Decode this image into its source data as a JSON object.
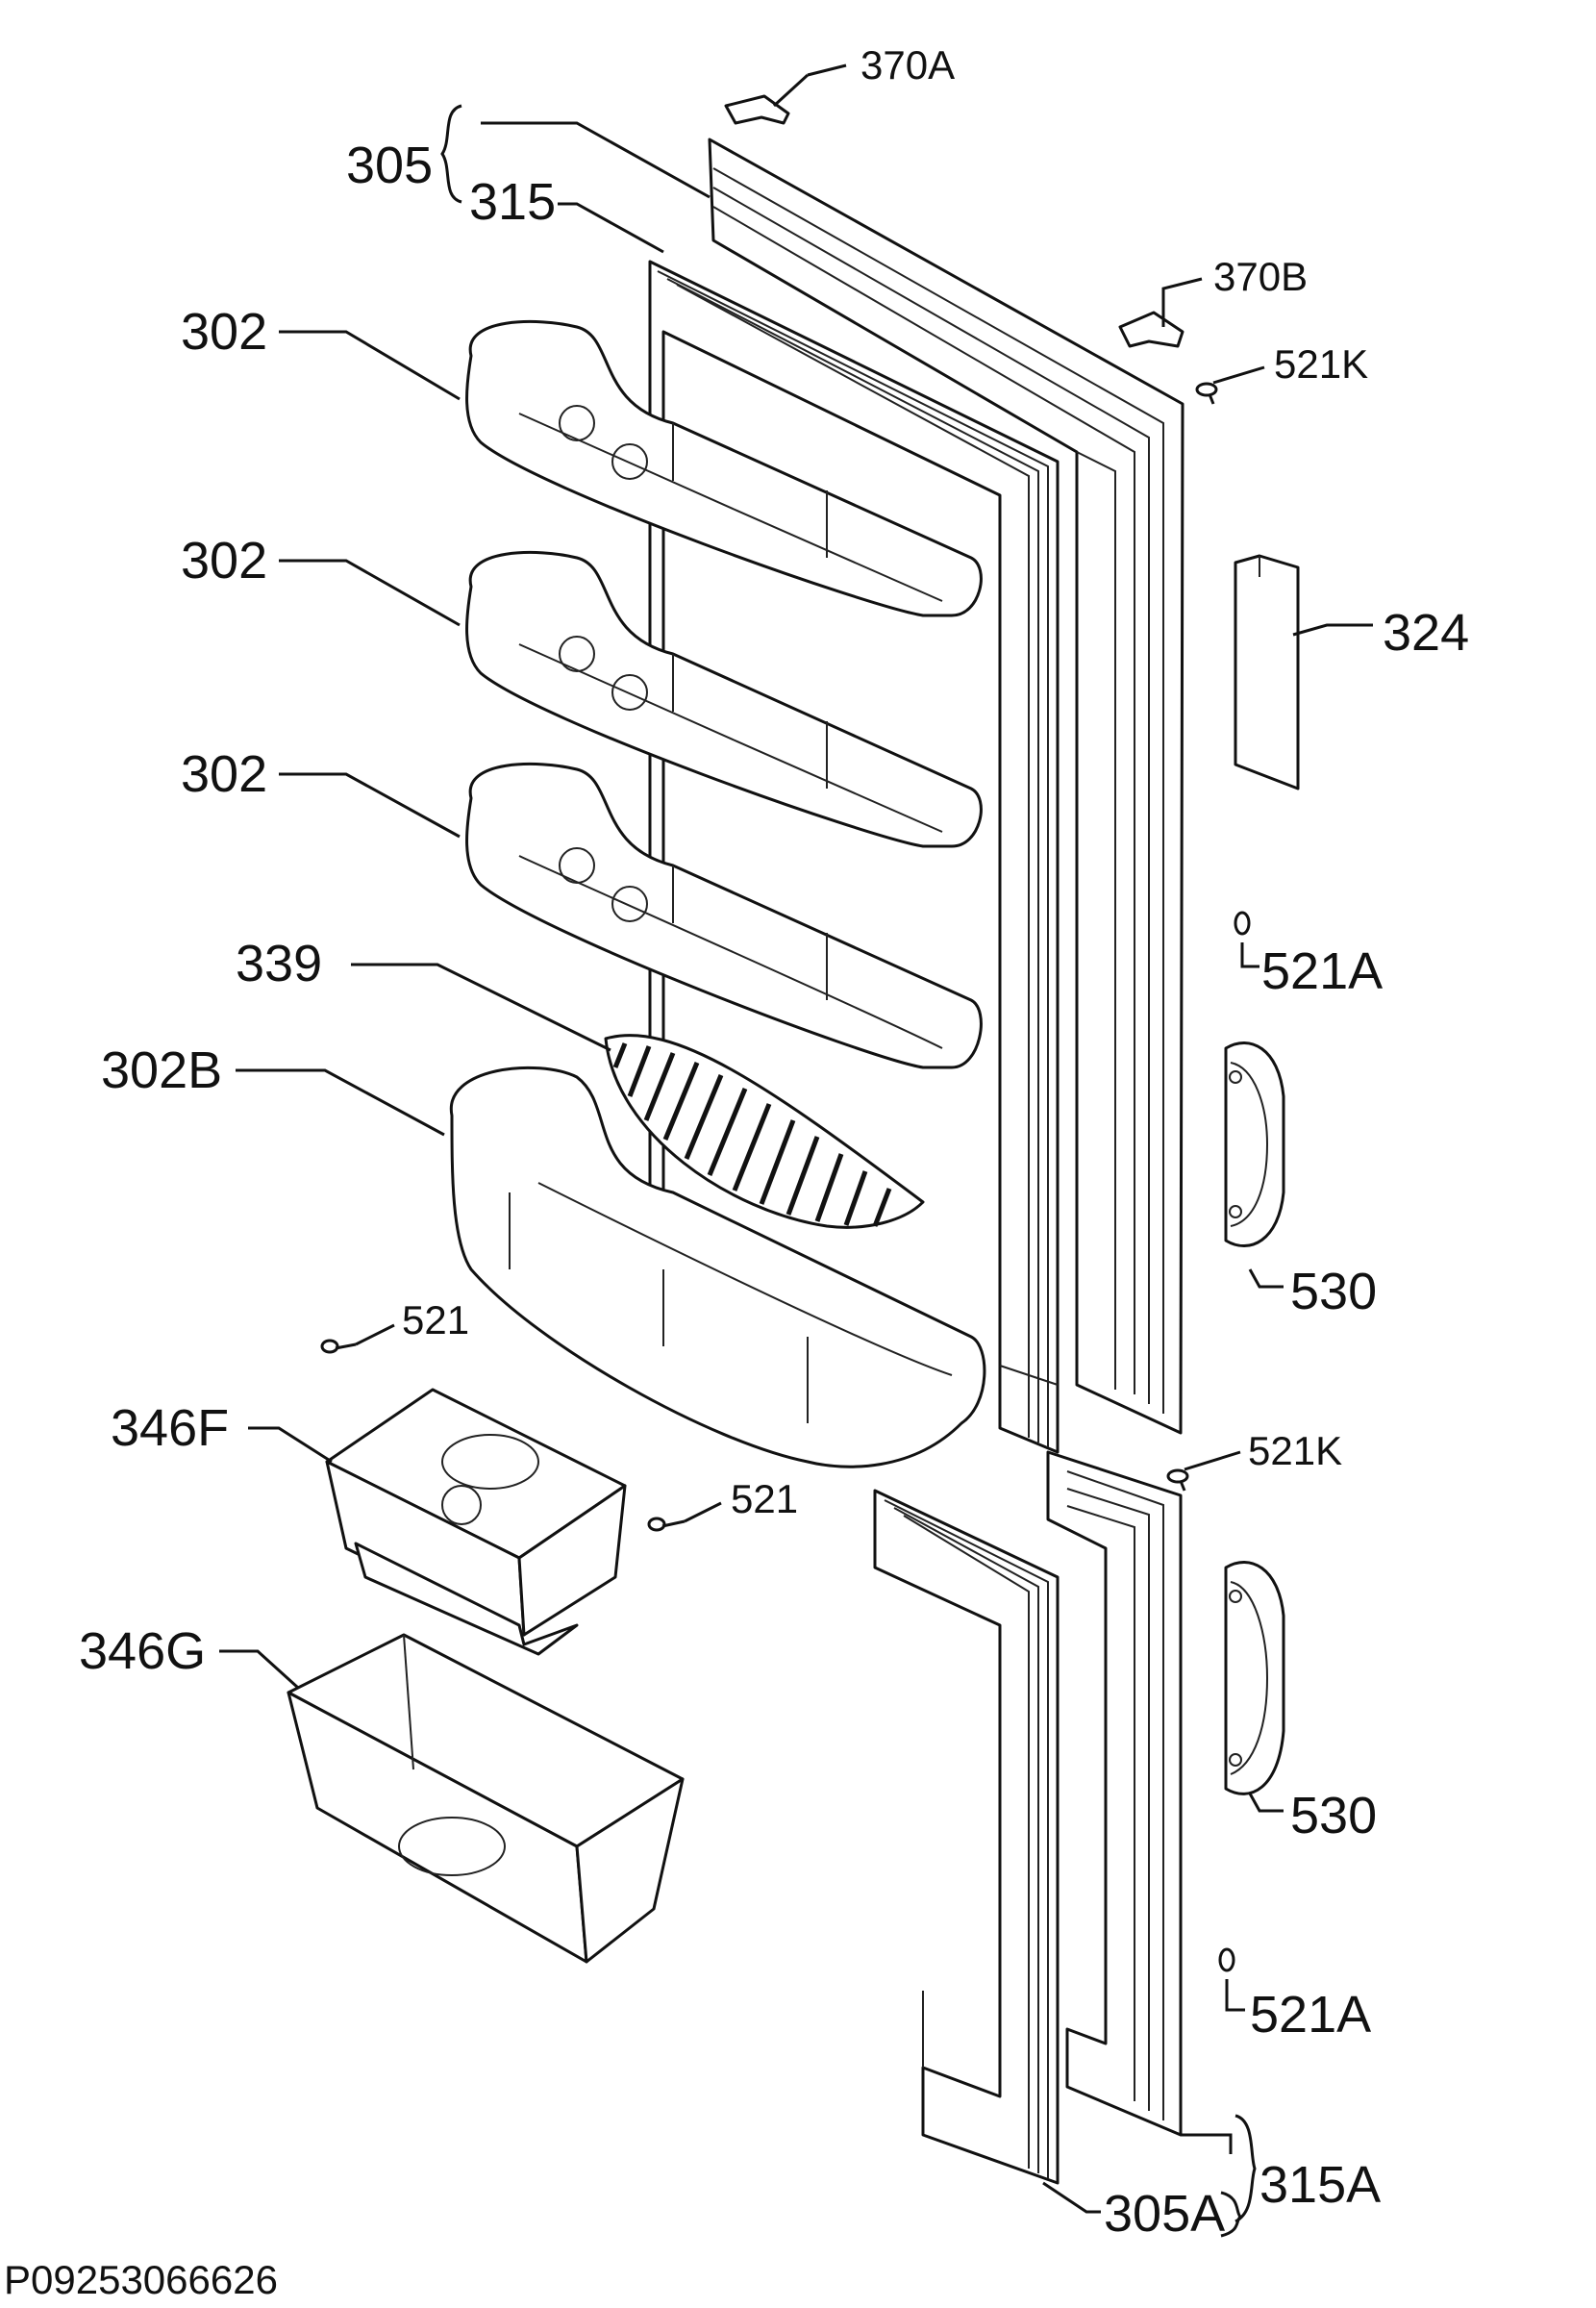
{
  "diagram_id": "P09253066626",
  "callouts": {
    "c370a": "370A",
    "c305": "305",
    "c315": "315",
    "c370b": "370B",
    "c521k_top": "521K",
    "c302_1": "302",
    "c302_2": "302",
    "c302_3": "302",
    "c324": "324",
    "c521a_top": "521A",
    "c339": "339",
    "c302b": "302B",
    "c530_top": "530",
    "c521_left": "521",
    "c346f": "346F",
    "c521_mid": "521",
    "c521k_bot": "521K",
    "c346g": "346G",
    "c530_bot": "530",
    "c521a_bot": "521A",
    "c315a": "315A",
    "c305a": "305A"
  }
}
